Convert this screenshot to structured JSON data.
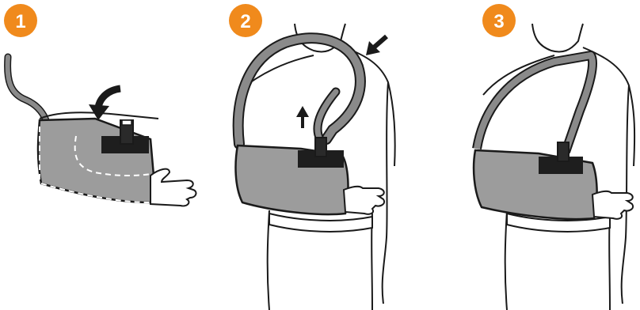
{
  "colors": {
    "badge": "#f08a1c",
    "sling_fabric": "#9c9c9c",
    "sling_dark": "#6e6e6e",
    "strap": "#8a8a8a",
    "pad": "#1e1e1e",
    "outline": "#1a1a1a",
    "skin": "#ffffff"
  },
  "steps": [
    {
      "number": "1",
      "description_icon": "insert-arm-into-sling"
    },
    {
      "number": "2",
      "description_icon": "route-strap-around-neck"
    },
    {
      "number": "3",
      "description_icon": "fasten-strap-adjusted"
    }
  ]
}
